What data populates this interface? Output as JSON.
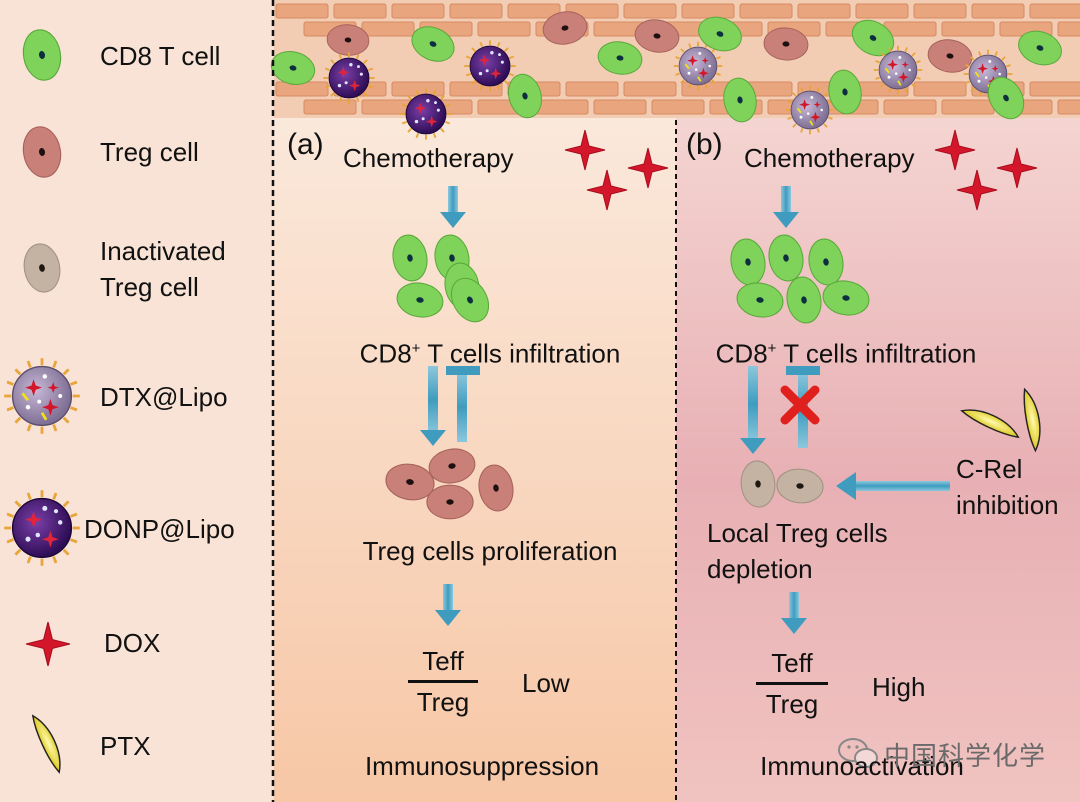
{
  "legend": {
    "items": [
      {
        "key": "cd8",
        "label_lines": [
          "CD8 T cell"
        ]
      },
      {
        "key": "treg",
        "label_lines": [
          "Treg cell"
        ]
      },
      {
        "key": "inactive_treg",
        "label_lines": [
          "Inactivated",
          "Treg cell"
        ]
      },
      {
        "key": "dtx",
        "label_lines": [
          "DTX@Lipo"
        ]
      },
      {
        "key": "donp",
        "label_lines": [
          "DONP@Lipo"
        ]
      },
      {
        "key": "dox",
        "label_lines": [
          "DOX"
        ]
      },
      {
        "key": "ptx",
        "label_lines": [
          "PTX"
        ]
      }
    ]
  },
  "panel_a": {
    "letter": "(a)",
    "chemotherapy": "Chemotherapy",
    "infiltration_prefix": "CD8",
    "infiltration_sup": "+",
    "infiltration_suffix": " T cells infiltration",
    "proliferation": "Treg cells proliferation",
    "ratio_numerator": "Teff",
    "ratio_denominator": "Treg",
    "ratio_level": "Low",
    "outcome": "Immunosuppression"
  },
  "panel_b": {
    "letter": "(b)",
    "chemotherapy": "Chemotherapy",
    "infiltration_prefix": "CD8",
    "infiltration_sup": "+",
    "infiltration_suffix": " T cells infiltration",
    "inhibition_line1": "C-Rel",
    "inhibition_line2": "inhibition",
    "depletion_line1": "Local Treg cells",
    "depletion_line2": "depletion",
    "ratio_numerator": "Teff",
    "ratio_denominator": "Treg",
    "ratio_level": "High",
    "outcome": "Immunoactivation"
  },
  "watermark": "中国科学化学",
  "colors": {
    "cd8_fill": "#7fd35a",
    "treg_fill": "#c98079",
    "inactive_fill": "#c4b3a3",
    "dox_red": "#d4162a",
    "ptx_yellow": "#f0e21a",
    "arrow_blue": "#4aa3c2",
    "vessel_wall": "#e6a47d"
  }
}
